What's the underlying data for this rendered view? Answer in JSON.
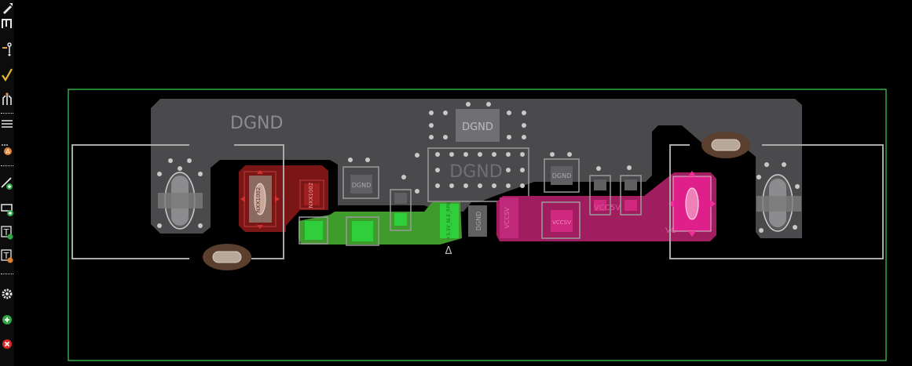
{
  "toolbar": {
    "tools": [
      {
        "icon": "route-track-icon",
        "label": "Route Tracks"
      },
      {
        "icon": "differential-pair-icon",
        "label": "Route Differential Pair"
      },
      {
        "icon": "tune-length-icon",
        "label": "Tune Length"
      },
      {
        "icon": "tune-skew-icon",
        "label": "Tune Skew"
      },
      {
        "icon": "via-icon",
        "label": "Add Via"
      },
      {
        "icon": "zone-fill-icon",
        "label": "Add Filled Zone"
      },
      {
        "icon": "rule-area-icon",
        "label": "Add Rule Area"
      },
      {
        "icon": "line-tool-icon",
        "label": "Draw Line"
      },
      {
        "icon": "rectangle-tool-icon",
        "label": "Draw Rectangle"
      },
      {
        "icon": "text-tool-icon",
        "label": "Add Text"
      },
      {
        "icon": "textbox-tool-icon",
        "label": "Add Textbox"
      },
      {
        "icon": "settings-gear-icon",
        "label": "Properties"
      },
      {
        "icon": "add-plus-icon",
        "label": "Add"
      },
      {
        "icon": "delete-icon",
        "label": "Delete"
      }
    ]
  },
  "board": {
    "labels": {
      "dgnd_main": "DGND",
      "dgnd_center": "DGND",
      "dgnd_ghost": "DGND",
      "dgnd_small_left": "DGND",
      "dgnd_small_right": "DGND",
      "dgnd_vertical": "DGND",
      "red_pad": "NXX1002",
      "red_small_pad": "NXX1002",
      "green_pad": "+3.3V_NLE_RPB",
      "magenta_pad_left": "VCCSV",
      "magenta_pad_mid": "VCCSV",
      "magenta_vc": "VCC5V",
      "magenta_vc_short": "VC",
      "triangle_marker": "Δ"
    },
    "colors": {
      "background": "#000000",
      "board_edge": "#3ed35a",
      "gnd_copper": "#4a4a4c",
      "gnd_text": "#8c8c8e",
      "red_net": "#8a1a1a",
      "green_net": "#3f9b2c",
      "magenta_net": "#b0206a",
      "silkscreen": "#bdbdbd",
      "mount_hole": "#6a4a36"
    }
  }
}
